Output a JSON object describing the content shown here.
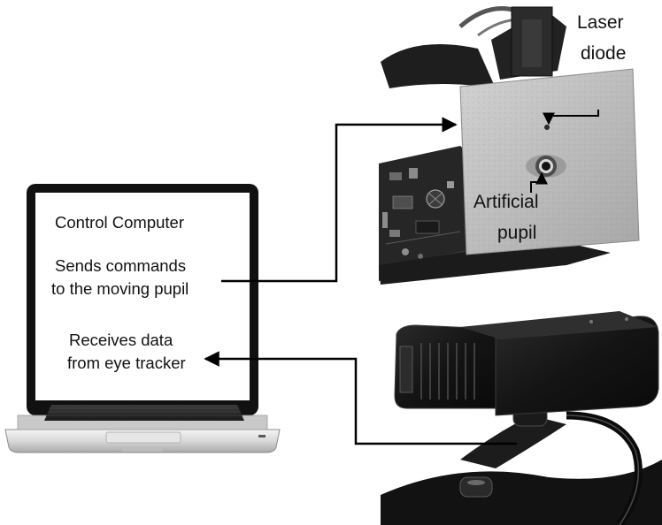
{
  "laptop": {
    "title": "Control Computer",
    "send_line1": "Sends commands",
    "send_line2": "to the moving pupil",
    "recv_line1": "Receives data",
    "recv_line2": "from eye tracker"
  },
  "pupil_photo": {
    "laser_line1": "Laser",
    "laser_line2": "diode",
    "pupil_line1": "Artificial",
    "pupil_line2": "pupil"
  }
}
